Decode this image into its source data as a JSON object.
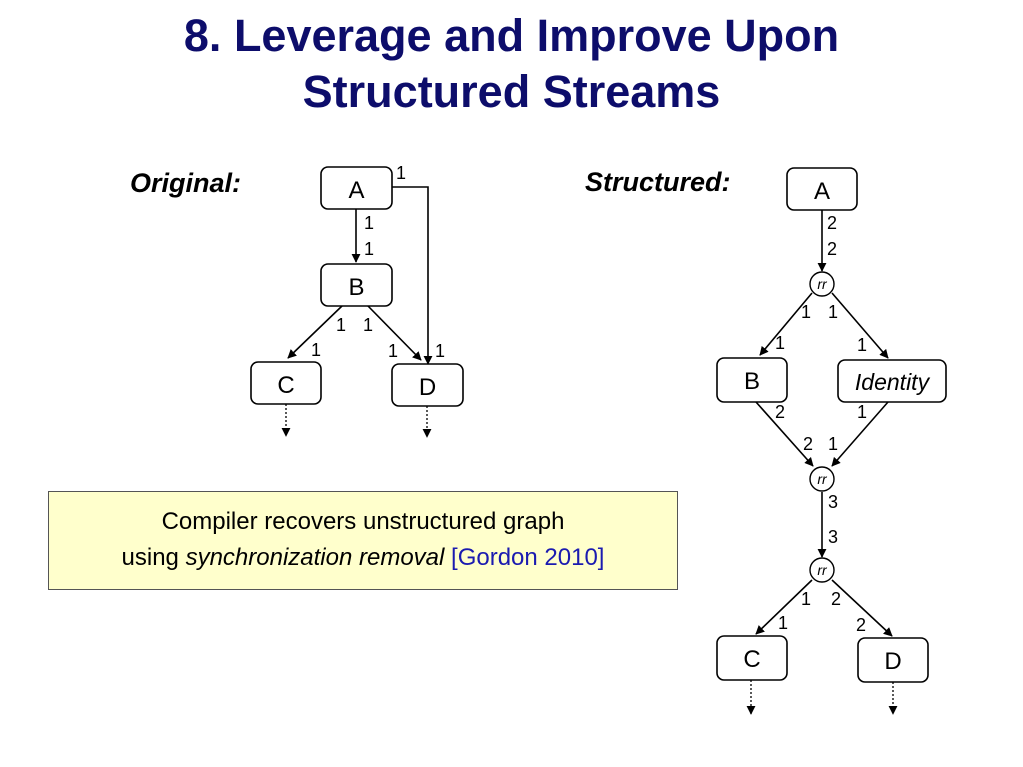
{
  "slide": {
    "title_line1": "8. Leverage and Improve Upon",
    "title_line2": "Structured Streams"
  },
  "labels": {
    "original": "Original:",
    "structured": "Structured:"
  },
  "original": {
    "nodes": {
      "a": "A",
      "b": "B",
      "c": "C",
      "d": "D"
    },
    "rates": {
      "a_bypass": "1",
      "a_out": "1",
      "b_in": "1",
      "b_out_left": "1",
      "b_out_right": "1",
      "c_in": "1",
      "d_in_from_b": "1",
      "d_in_from_a": "1"
    }
  },
  "structured": {
    "nodes": {
      "a": "A",
      "b": "B",
      "identity": "Identity",
      "c": "C",
      "d": "D"
    },
    "joiner": "rr",
    "rates": {
      "a_out": "2",
      "rr1_in": "2",
      "rr1_out_left": "1",
      "rr1_out_right": "1",
      "b_in": "1",
      "identity_in": "1",
      "b_out": "2",
      "identity_out": "1",
      "rr2_in_left": "2",
      "rr2_in_right": "1",
      "rr2_out": "3",
      "rr3_in": "3",
      "rr3_out_left": "1",
      "rr3_out_right": "2",
      "c_in": "1",
      "d_in": "2"
    }
  },
  "note": {
    "line1": "Compiler recovers unstructured graph",
    "line2_prefix": "using ",
    "line2_emph": "synchronization removal",
    "citation": "[Gordon 2010]"
  }
}
